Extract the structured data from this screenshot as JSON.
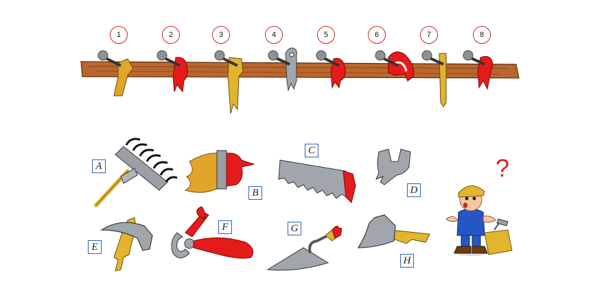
{
  "puzzle": {
    "pegs": [
      {
        "number": "1",
        "remnant": "pickaxe-wood-handle"
      },
      {
        "number": "2",
        "remnant": "red-handle-fragment"
      },
      {
        "number": "3",
        "remnant": "yellow-handle-fragment"
      },
      {
        "number": "4",
        "remnant": "metal-wrench-fragment"
      },
      {
        "number": "5",
        "remnant": "red-flame-fragment"
      },
      {
        "number": "6",
        "remnant": "red-pliers-fragment"
      },
      {
        "number": "7",
        "remnant": "long-wooden-handle"
      },
      {
        "number": "8",
        "remnant": "red-brush-fragment"
      }
    ],
    "tools": [
      {
        "letter": "A",
        "name": "rake"
      },
      {
        "letter": "B",
        "name": "paintbrush"
      },
      {
        "letter": "C",
        "name": "saw"
      },
      {
        "letter": "D",
        "name": "wrench"
      },
      {
        "letter": "E",
        "name": "hammer"
      },
      {
        "letter": "F",
        "name": "pliers"
      },
      {
        "letter": "G",
        "name": "trowel"
      },
      {
        "letter": "H",
        "name": "axe"
      }
    ],
    "question_mark": "?",
    "colors": {
      "wood": "#b9672e",
      "red": "#e51b1b",
      "gold": "#e1b52d",
      "metal": "#9aa0a6",
      "badge": "#d42020",
      "letter_box": "#2b63b5"
    }
  }
}
